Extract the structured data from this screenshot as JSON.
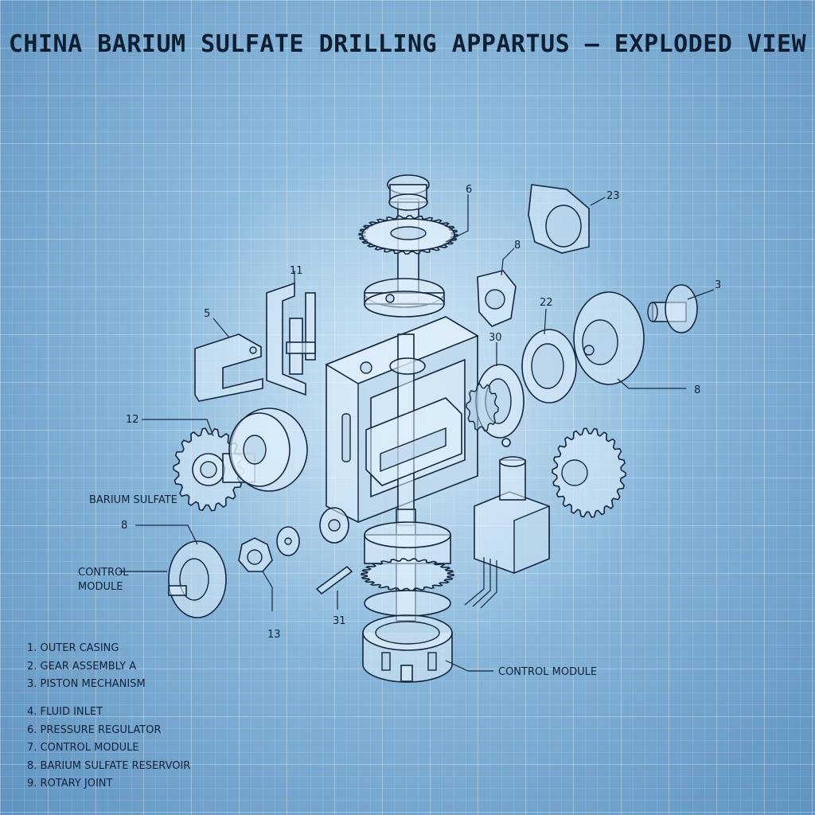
{
  "title": "CHINA BARIUM SULFATE DRILLING APPARTUS – EXPLODED VIEW",
  "callouts": {
    "c6": "6",
    "c23": "23",
    "c8a": "8",
    "c3": "3",
    "c11": "11",
    "c5": "5",
    "c22": "22",
    "c30": "30",
    "c8b": "8",
    "c12": "12",
    "c8c": "8",
    "c13": "13",
    "c31": "31",
    "barium": "BARIUM SULFATE",
    "control1_l1": "CONTROL",
    "control1_l2": "MODULE",
    "control2": "CONTROL MODULE"
  },
  "legend": {
    "group1": [
      "1. OUTER CASING",
      "2. GEAR ASSEMBLY A",
      "3. PISTON MECHANISM"
    ],
    "group2": [
      "4. FLUID INLET",
      "6. PRESSURE REGULATOR",
      "7. CONTROL MODULE",
      "8. BARIUM SULFATE RESERVOIR",
      "9. ROTARY JOINT"
    ]
  }
}
